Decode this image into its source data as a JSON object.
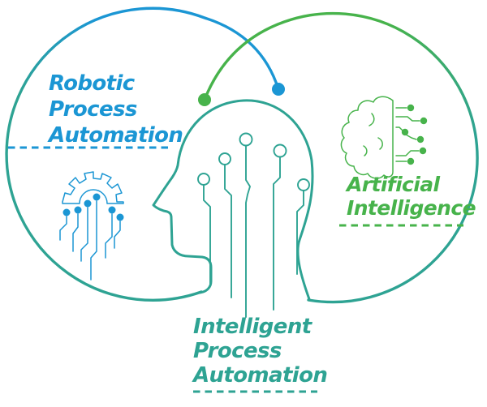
{
  "diagram": {
    "type": "venn",
    "background": "#ffffff",
    "sets": [
      {
        "id": "rpa",
        "label_lines": [
          "Robotic",
          "Process",
          "Automation"
        ],
        "color": "#1b96d4",
        "icon": "gear-circuit-icon",
        "node_dot_color": "#1b96d4"
      },
      {
        "id": "ai",
        "label_lines": [
          "Artificial",
          "Intelligence"
        ],
        "color": "#47b34b",
        "icon": "brain-circuit-icon",
        "node_dot_color": "#47b34b"
      }
    ],
    "intersection": {
      "id": "ipa",
      "label_lines": [
        "Intelligent",
        "Process",
        "Automation"
      ],
      "color": "#2ea393",
      "icon": "head-circuit-icon"
    }
  },
  "colors": {
    "blue": "#1b96d4",
    "green": "#47b34b",
    "teal": "#2ea393"
  }
}
